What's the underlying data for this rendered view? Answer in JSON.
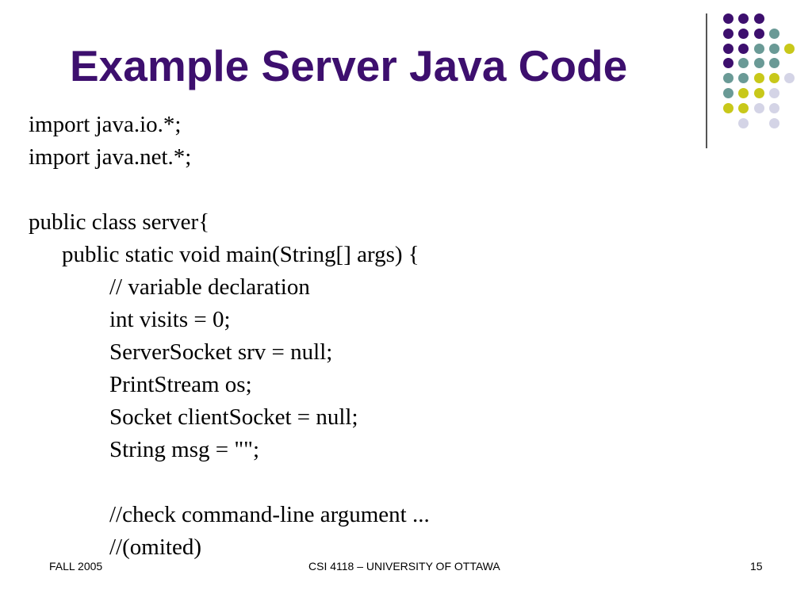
{
  "slide": {
    "title": "Example Server Java Code",
    "code_lines": [
      {
        "text": "import java.io.*;",
        "indent": 0
      },
      {
        "text": "import java.net.*;",
        "indent": 0
      },
      {
        "text": "",
        "indent": 0
      },
      {
        "text": "public class server{",
        "indent": 0
      },
      {
        "text": "public static void main(String[] args) {",
        "indent": 1
      },
      {
        "text": "// variable declaration",
        "indent": 2
      },
      {
        "text": "int visits = 0;",
        "indent": 2
      },
      {
        "text": "ServerSocket srv = null;",
        "indent": 2
      },
      {
        "text": "PrintStream os;",
        "indent": 2
      },
      {
        "text": "Socket clientSocket = null;",
        "indent": 2
      },
      {
        "text": "String msg = \"\";",
        "indent": 2
      },
      {
        "text": "",
        "indent": 0
      },
      {
        "text": "//check command-line argument ...",
        "indent": 2
      },
      {
        "text": "//(omited)",
        "indent": 2
      }
    ],
    "footer": {
      "left": "FALL 2005",
      "center": "CSI 4118 – UNIVERSITY OF OTTAWA",
      "right": "15"
    },
    "colors": {
      "title": "#3d0f6e",
      "dot_purple": "#3d0f6e",
      "dot_teal": "#6a9a96",
      "dot_lime": "#c8c81a",
      "dot_lavender": "#d4d4e6"
    }
  }
}
